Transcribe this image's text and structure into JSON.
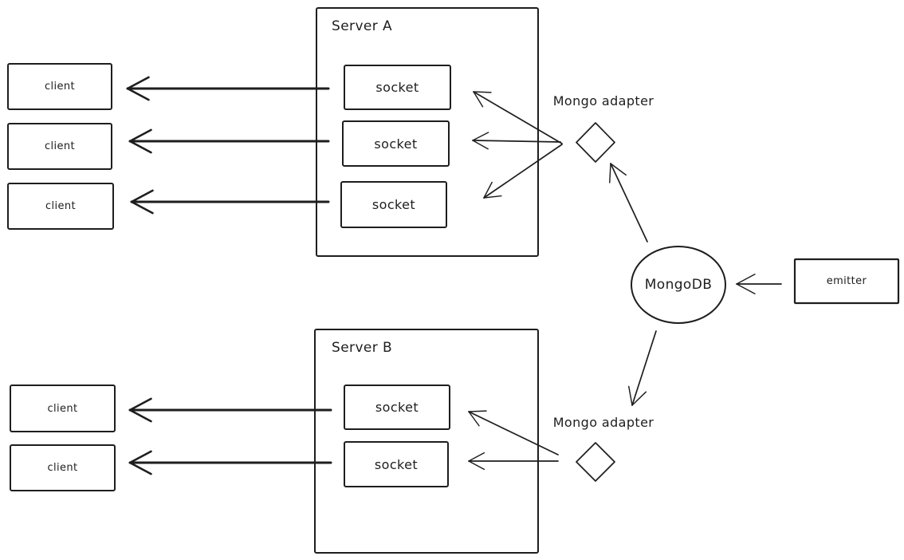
{
  "colors": {
    "stroke": "#1e1e1e",
    "background": "#ffffff"
  },
  "diagram": {
    "server_a": {
      "title": "Server A",
      "sockets": [
        "socket",
        "socket",
        "socket"
      ]
    },
    "server_b": {
      "title": "Server B",
      "sockets": [
        "socket",
        "socket"
      ]
    },
    "clients_top": [
      "client",
      "client",
      "client"
    ],
    "clients_bottom": [
      "client",
      "client"
    ],
    "adapters": {
      "top": "Mongo adapter",
      "bottom": "Mongo adapter"
    },
    "database": {
      "label": "MongoDB"
    },
    "emitter": {
      "label": "emitter"
    }
  }
}
